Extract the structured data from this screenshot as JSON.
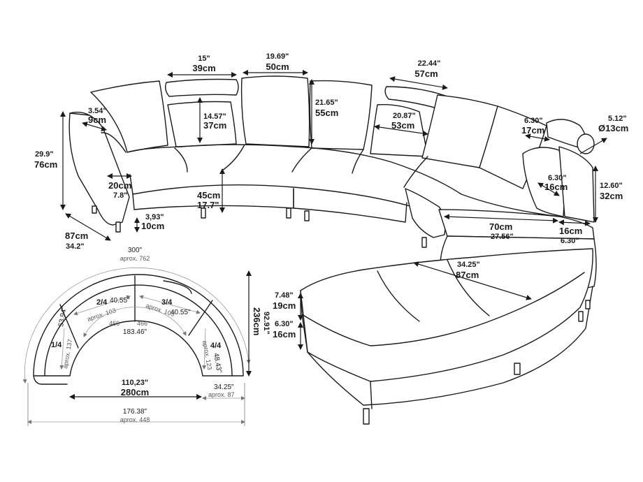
{
  "sofa": {
    "armrest_width": {
      "in": "3.54\"",
      "cm": "9cm"
    },
    "pillow1_width": {
      "in": "15\"",
      "cm": "39cm"
    },
    "pillow2_width": {
      "in": "19.69\"",
      "cm": "50cm"
    },
    "pillow2_height": {
      "in": "21.65\"",
      "cm": "55cm"
    },
    "headrest_height": {
      "in": "14.57\"",
      "cm": "37cm"
    },
    "pillow3_width": {
      "in": "22.44\"",
      "cm": "57cm"
    },
    "headrest2_width": {
      "in": "20.87\"",
      "cm": "53cm"
    },
    "headrest3_width": {
      "in": "6.30\"",
      "cm": "17cm"
    },
    "bolster_diameter": {
      "in": "5.12\"",
      "cm": "Ø13cm"
    },
    "total_height": {
      "in": "29.9\"",
      "cm": "76cm"
    },
    "arm_inner": {
      "cm": "20cm",
      "in": "7.8\""
    },
    "seat_height": {
      "cm": "45cm",
      "in": "17.7\""
    },
    "leg_height": {
      "in": "3,93\"",
      "cm": "10cm"
    },
    "depth": {
      "cm": "87cm",
      "in": "34.2\""
    },
    "small_pillow": {
      "in": "6.30\"",
      "cm": "16cm"
    },
    "back_height": {
      "in": "12.60\"",
      "cm": "32cm"
    },
    "chaise_seat_depth": {
      "cm": "70cm",
      "in": "27.56\""
    },
    "chaise_offset": {
      "cm": "16cm",
      "in": "6.30\""
    },
    "chaise_width": {
      "in": "34.25\"",
      "cm": "87cm"
    },
    "ottoman_cushion_h": {
      "in": "7.48\"",
      "cm": "19cm"
    },
    "ottoman_base_h": {
      "in": "6.30\"",
      "cm": "16cm"
    }
  },
  "plan": {
    "outer_arc": {
      "in": "300\"",
      "cm": "aprox. 762"
    },
    "section1": {
      "label": "1/4",
      "in": "53.94\"",
      "cm": "aprox. 137"
    },
    "section2": {
      "label": "2/4",
      "in": "40.55\"",
      "cm": "aprox. 103"
    },
    "section3": {
      "label": "3/4",
      "in": "40.55\"",
      "cm": "aprox. 103"
    },
    "section4": {
      "label": "4/4",
      "in": "48.43\"",
      "cm": "aprox. 123"
    },
    "seat_marks": {
      "left": "466",
      "right": "466"
    },
    "inner_arc": {
      "in": "183.46\""
    },
    "height": {
      "cm": "236cm",
      "in": "92.91\""
    },
    "inner_diameter": {
      "in": "110,23\"",
      "cm": "280cm"
    },
    "end_depth": {
      "in": "34.25\"",
      "cm": "aprox. 87"
    },
    "total_width": {
      "in": "176.38\"",
      "cm": "aprox. 448"
    }
  }
}
